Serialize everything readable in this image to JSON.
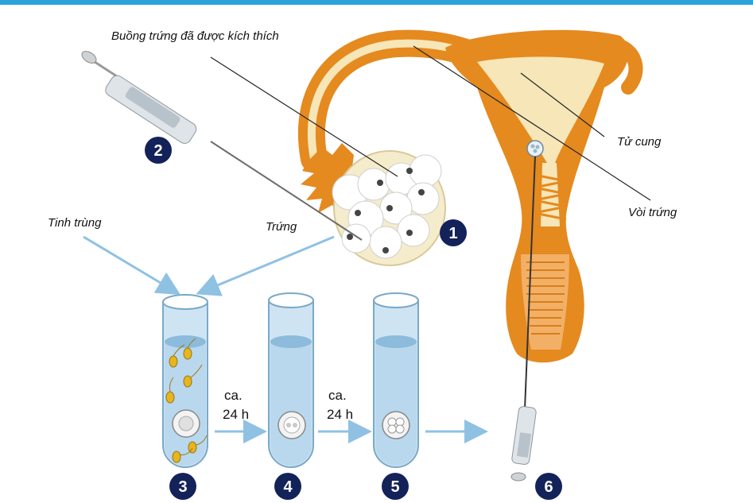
{
  "labels": {
    "ovary": "Buồng trứng đã được kích thích",
    "uterus": "Tử cung",
    "tube": "Vòi trứng",
    "sperm": "Tinh trùng",
    "egg": "Trứng"
  },
  "steps": [
    "1",
    "2",
    "3",
    "4",
    "5",
    "6"
  ],
  "transitions": [
    {
      "line1": "ca.",
      "line2": "24 h"
    },
    {
      "line1": "ca.",
      "line2": "24 h"
    }
  ],
  "colors": {
    "accent_bar": "#29a3d9",
    "uterus_wall": "#e58a1f",
    "uterus_inner": "#f6e6b8",
    "tube_liquid": "#b9d8ee",
    "step_badge": "#14225a",
    "arrow": "#8fc1e3"
  }
}
